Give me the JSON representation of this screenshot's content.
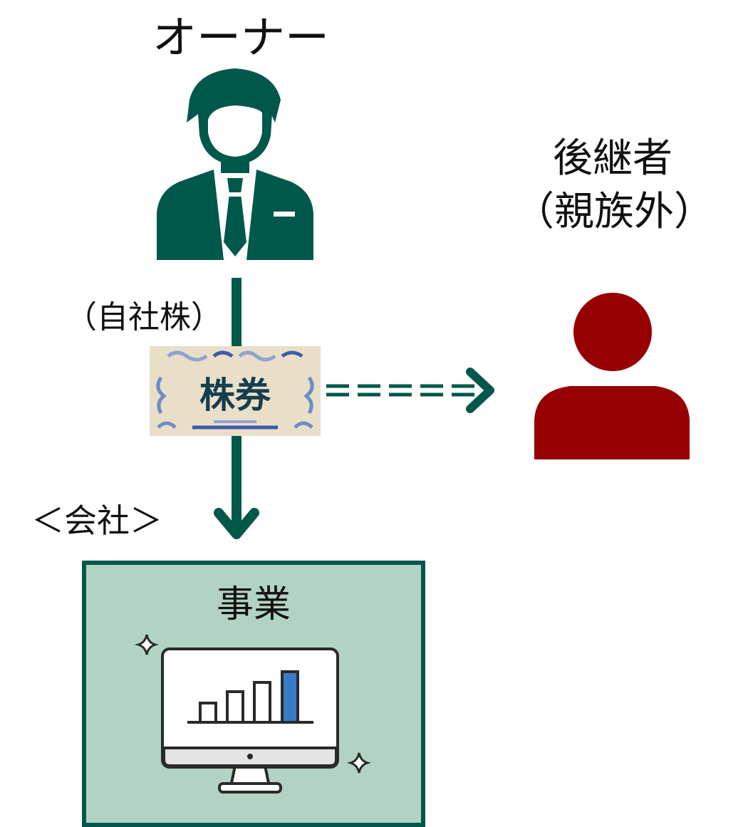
{
  "owner": {
    "title": "オーナー",
    "icon": "businessman-icon",
    "color": "#00584b"
  },
  "successor": {
    "title": "後継者",
    "subtitle": "（親族外）",
    "icon": "person-icon",
    "color": "#960000"
  },
  "stock": {
    "label": "（自社株）",
    "certificate_text": "株券",
    "icon": "stock-certificate-icon"
  },
  "company": {
    "label": "＜会社＞",
    "business_label": "事業",
    "icon": "monitor-bar-chart-icon",
    "box_fill": "#b2d3c4",
    "box_border": "#00584b",
    "chart_bar_highlight": "#3a7bc8"
  },
  "arrow_color": "#00584b"
}
